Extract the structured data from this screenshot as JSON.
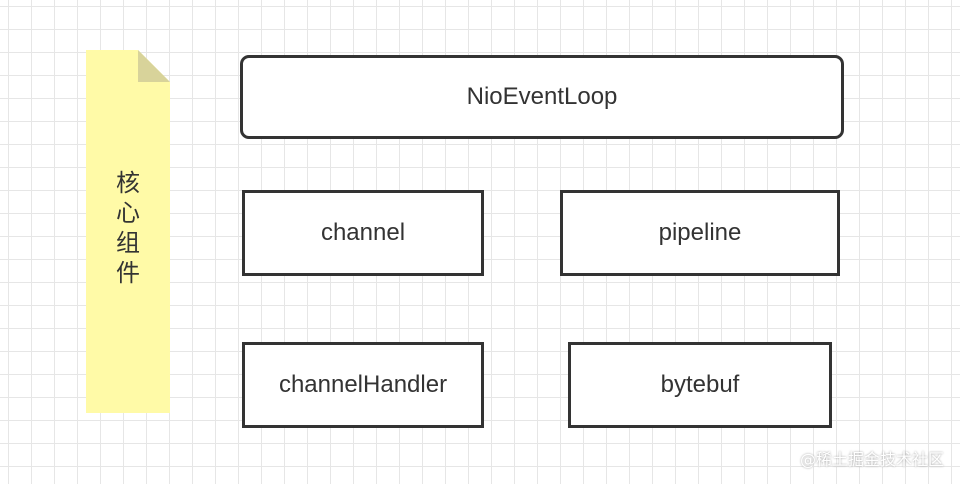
{
  "note": {
    "chars": [
      "核",
      "心",
      "组",
      "件"
    ],
    "color": "#fffaa7",
    "fold_color": "#d8d39a"
  },
  "boxes": {
    "event_loop": "NioEventLoop",
    "channel": "channel",
    "pipeline": "pipeline",
    "channel_handler": "channelHandler",
    "bytebuf": "bytebuf"
  },
  "watermark": "@稀土掘金技术社区",
  "colors": {
    "border": "#333333",
    "grid": "#e6e6e6"
  }
}
